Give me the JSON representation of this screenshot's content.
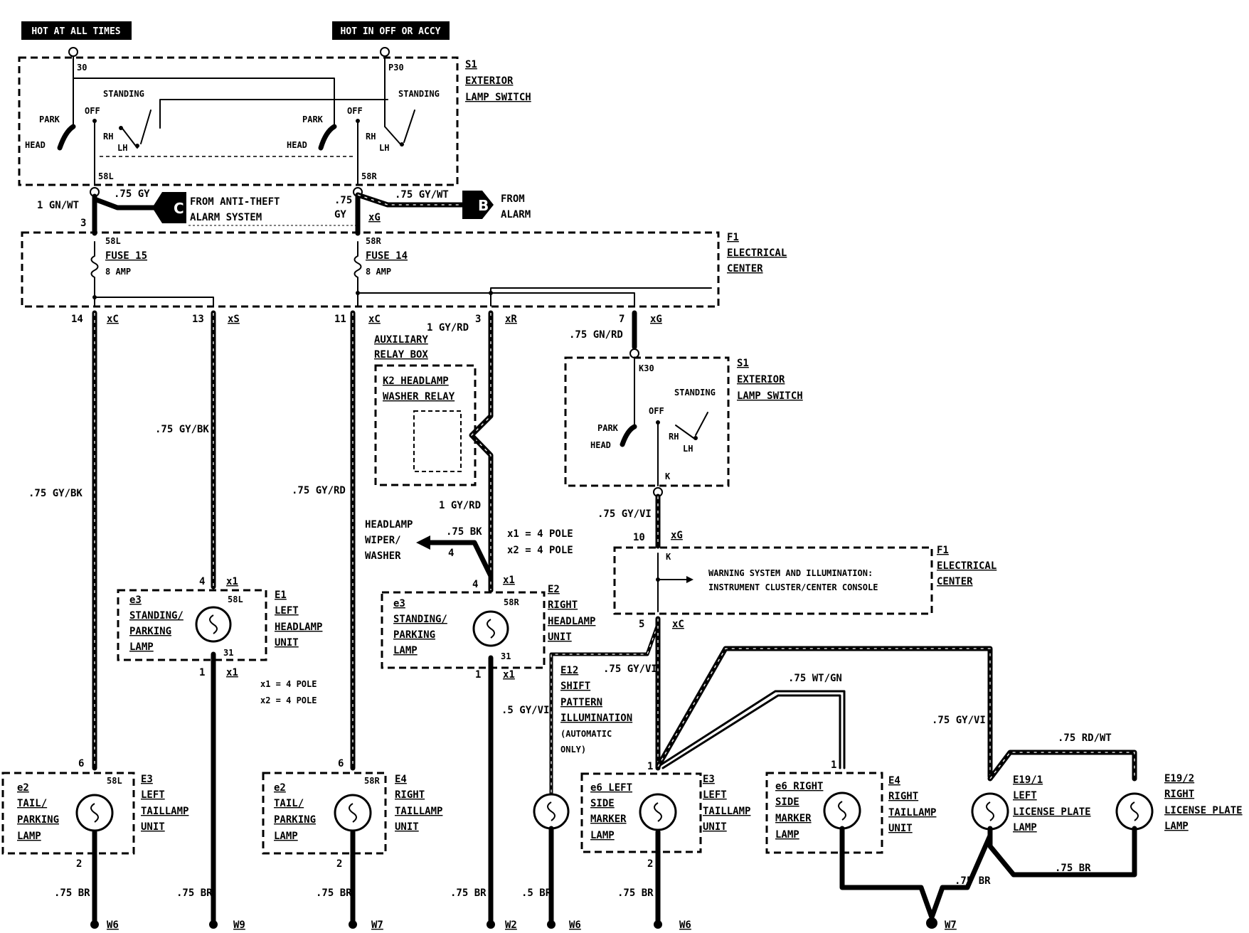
{
  "headers": {
    "hot_at_all_times": "HOT AT ALL TIMES",
    "hot_in_off_or_accy": "HOT IN OFF OR ACCY"
  },
  "top_switch": {
    "name": "S1",
    "desc1": "EXTERIOR",
    "desc2": "LAMP SWITCH",
    "left": {
      "pin": "30",
      "standing": "STANDING",
      "park": "PARK",
      "off": "OFF",
      "head": "HEAD",
      "rh": "RH",
      "lh": "LH",
      "out_pin": "58L"
    },
    "right": {
      "pin": "P30",
      "standing": "STANDING",
      "park": "PARK",
      "off": "OFF",
      "head": "HEAD",
      "rh": "RH",
      "lh": "LH",
      "out_pin": "58R"
    }
  },
  "inputs": {
    "c_letter": "C",
    "c_wire": ".75 GY",
    "c_from1": "FROM ANTI-THEFT",
    "c_from2": "ALARM SYSTEM",
    "b_letter": "B",
    "b_wire": ".75 GY/WT",
    "b_from1": "FROM",
    "b_from2": "ALARM",
    "left_wire": "1 GN/WT",
    "left_pin": "3",
    "right_wire1": ".75",
    "right_wire2": "GY",
    "right_conn": "xG"
  },
  "fuse_box": {
    "name": "F1",
    "desc1": "ELECTRICAL",
    "desc2": "CENTER",
    "fuse15_pin": "58L",
    "fuse15": "FUSE 15",
    "fuse15_amp": "8 AMP",
    "fuse14_pin": "58R",
    "fuse14": "FUSE 14",
    "fuse14_amp": "8 AMP",
    "outputs": [
      {
        "pin": "14",
        "conn": "xC"
      },
      {
        "pin": "13",
        "conn": "xS"
      },
      {
        "pin": "11",
        "conn": "xC"
      },
      {
        "pin": "3",
        "conn": "xR"
      },
      {
        "pin": "7",
        "conn": "xG"
      }
    ]
  },
  "wires": {
    "w1": ".75 GY/BK",
    "w2": ".75 GY/BK",
    "w3": ".75 GY/RD",
    "w4a": "1 GY/RD",
    "w4b": "1 GY/RD",
    "w5": ".75 GN/RD",
    "w6": ".75 GY/VI",
    "w_bk": ".75 BK",
    "w_bk_pin": "4"
  },
  "relay_box": {
    "title1": "AUXILIARY",
    "title2": "RELAY BOX",
    "relay1": "K2 HEADLAMP",
    "relay2": "WASHER RELAY",
    "wiper1": "HEADLAMP",
    "wiper2": "WIPER/",
    "wiper3": "WASHER",
    "pole1": "x1 = 4 POLE",
    "pole2": "x2 = 4 POLE"
  },
  "mid_switch": {
    "name": "S1",
    "desc1": "EXTERIOR",
    "desc2": "LAMP SWITCH",
    "pin": "K30",
    "standing": "STANDING",
    "off": "OFF",
    "park": "PARK",
    "head": "HEAD",
    "rh": "RH",
    "lh": "LH",
    "out_pin": "K"
  },
  "f1_lower": {
    "name": "F1",
    "desc1": "ELECTRICAL",
    "desc2": "CENTER",
    "in_pin": "10",
    "in_conn": "xG",
    "k": "K",
    "warning1": "WARNING SYSTEM AND ILLUMINATION:",
    "warning2": "INSTRUMENT CLUSTER/CENTER CONSOLE",
    "out_pin": "5",
    "out_conn": "xC"
  },
  "headlamps": {
    "left": {
      "code": "e3",
      "l1": "STANDING/",
      "l2": "PARKING",
      "l3": "LAMP",
      "name": "E1",
      "d1": "LEFT",
      "d2": "HEADLAMP",
      "d3": "UNIT",
      "in_pin": "4",
      "in_conn": "x1",
      "top": "58L",
      "bot": "31",
      "out_pin": "1",
      "out_conn": "x1"
    },
    "right": {
      "code": "e3",
      "l1": "STANDING/",
      "l2": "PARKING",
      "l3": "LAMP",
      "name": "E2",
      "d1": "RIGHT",
      "d2": "HEADLAMP",
      "d3": "UNIT",
      "in_pin": "4",
      "in_conn": "x1",
      "top": "58R",
      "bot": "31",
      "out_pin": "1",
      "out_conn": "x1"
    },
    "pole1": "x1 = 4 POLE",
    "pole2": "x2 = 4 POLE",
    "right_out_wire": ".5 GY/VI"
  },
  "shift": {
    "name": "E12",
    "l1": "SHIFT",
    "l2": "PATTERN",
    "l3": "ILLUMINATION",
    "l4": "(AUTOMATIC",
    "l5": "ONLY)",
    "wire": ".75 GY/VI"
  },
  "marker_wires": {
    "wt_gn": ".75 WT/GN",
    "gy_vi": ".75 GY/VI",
    "rd_wt": ".75 RD/WT",
    "br": ".75 BR",
    "br2": ".75 BR"
  },
  "taillamps": {
    "left": {
      "code": "e2",
      "l1": "TAIL/",
      "l2": "PARKING",
      "l3": "LAMP",
      "name": "E3",
      "d1": "LEFT",
      "d2": "TAILLAMP",
      "d3": "UNIT",
      "in_pin": "6",
      "top": "58L",
      "out_pin": "2"
    },
    "right": {
      "code": "e2",
      "l1": "TAIL/",
      "l2": "PARKING",
      "l3": "LAMP",
      "name": "E4",
      "d1": "RIGHT",
      "d2": "TAILLAMP",
      "d3": "UNIT",
      "in_pin": "6",
      "top": "58R",
      "out_pin": "2"
    },
    "left_marker": {
      "code": "e6 LEFT",
      "l1": "SIDE",
      "l2": "MARKER",
      "l3": "LAMP",
      "name": "E3",
      "d1": "LEFT",
      "d2": "TAILLAMP",
      "d3": "UNIT",
      "in_pin": "1",
      "out_pin": "2"
    },
    "right_marker": {
      "code": "e6 RIGHT",
      "l1": "SIDE",
      "l2": "MARKER",
      "l3": "LAMP",
      "name": "E4",
      "d1": "RIGHT",
      "d2": "TAILLAMP",
      "d3": "UNIT",
      "in_pin": "1"
    },
    "left_license": {
      "name": "E19/1",
      "d1": "LEFT",
      "d2": "LICENSE PLATE",
      "d3": "LAMP"
    },
    "right_license": {
      "name": "E19/2",
      "d1": "RIGHT",
      "d2": "LICENSE PLATE",
      "d3": "LAMP"
    }
  },
  "grounds": {
    "g1": {
      "wire": ".75 BR",
      "label": "W6"
    },
    "g2": {
      "wire": ".75 BR",
      "label": "W9"
    },
    "g3": {
      "wire": ".75 BR",
      "label": "W7"
    },
    "g4": {
      "wire": ".75 BR",
      "label": "W2"
    },
    "g5": {
      "wire": ".5 BR",
      "label": "W6"
    },
    "g6": {
      "wire": ".75 BR",
      "label": "W6"
    },
    "g7": {
      "label": "W7"
    }
  }
}
